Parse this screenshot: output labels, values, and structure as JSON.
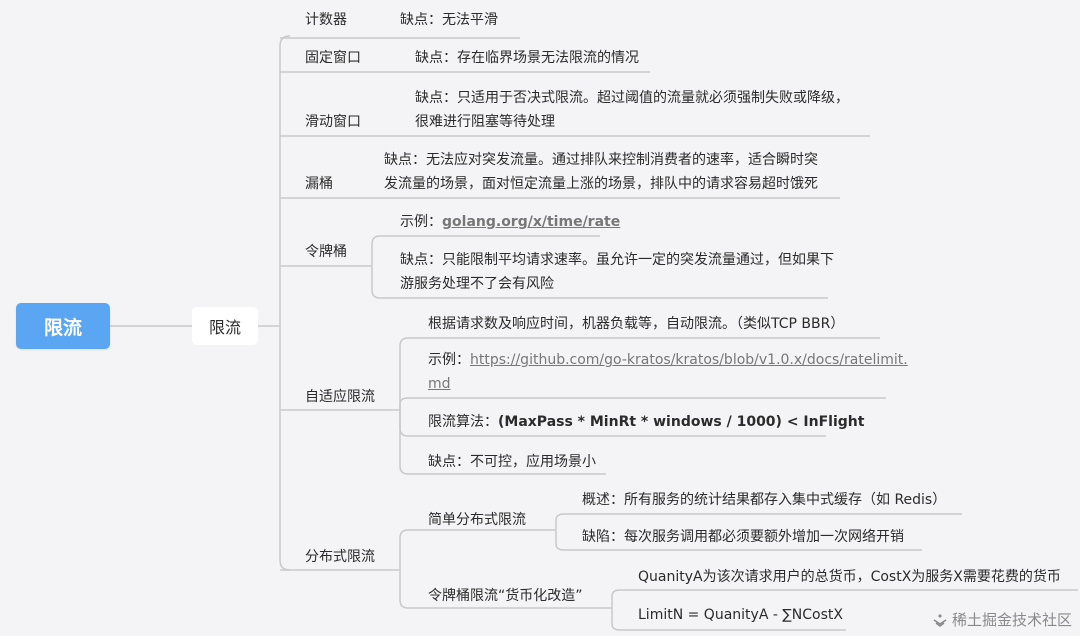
{
  "root": "限流",
  "sub": "限流",
  "counter": {
    "label": "计数器",
    "flaw": "缺点：无法平滑"
  },
  "fixed_window": {
    "label": "固定窗口",
    "flaw": "缺点：存在临界场景无法限流的情况"
  },
  "sliding_window": {
    "label": "滑动窗口",
    "flaw_line1": "缺点：只适用于否决式限流。超过阈值的流量就必须强制失败或降级，",
    "flaw_line2": "很难进行阻塞等待处理"
  },
  "leaky_bucket": {
    "label": "漏桶",
    "flaw_line1": "缺点：无法应对突发流量。通过排队来控制消费者的速率，适合瞬时突",
    "flaw_line2": "发流量的场景，面对恒定流量上涨的场景，排队中的请求容易超时饿死"
  },
  "token_bucket": {
    "label": "令牌桶",
    "example_prefix": "示例：",
    "example_link": "golang.org/x/time/rate",
    "flaw_line1": "缺点：只能限制平均请求速率。虽允许一定的突发流量通过，但如果下",
    "flaw_line2": "游服务处理不了会有风险"
  },
  "adaptive": {
    "label": "自适应限流",
    "desc": "根据请求数及响应时间，机器负载等，自动限流。（类似TCP BBR）",
    "example_prefix": "示例：",
    "example_link_line1": "https://github.com/go-kratos/kratos/blob/v1.0.x/docs/ratelimit.",
    "example_link_line2": "md",
    "algo_prefix": "限流算法：",
    "algo_formula": "(MaxPass * MinRt * windows / 1000) < InFlight",
    "flaw": "缺点：不可控，应用场景小"
  },
  "distributed": {
    "label": "分布式限流",
    "simple": {
      "label": "简单分布式限流",
      "overview": "概述：所有服务的统计结果都存入集中式缓存（如 Redis）",
      "flaw": "缺陷：每次服务调用都必须要额外增加一次网络开销"
    },
    "token": {
      "label": "令牌桶限流“货币化改造”",
      "line1": "QuanityA为该次请求用户的总货币，CostX为服务X需要花费的货币",
      "line2": "LimitN = QuanityA - ∑NCostX"
    }
  },
  "watermark": "稀土掘金技术社区",
  "colors": {
    "root_bg": "#5aa6f2",
    "line": "#c9c9cc",
    "bg": "#f4f4f6"
  }
}
